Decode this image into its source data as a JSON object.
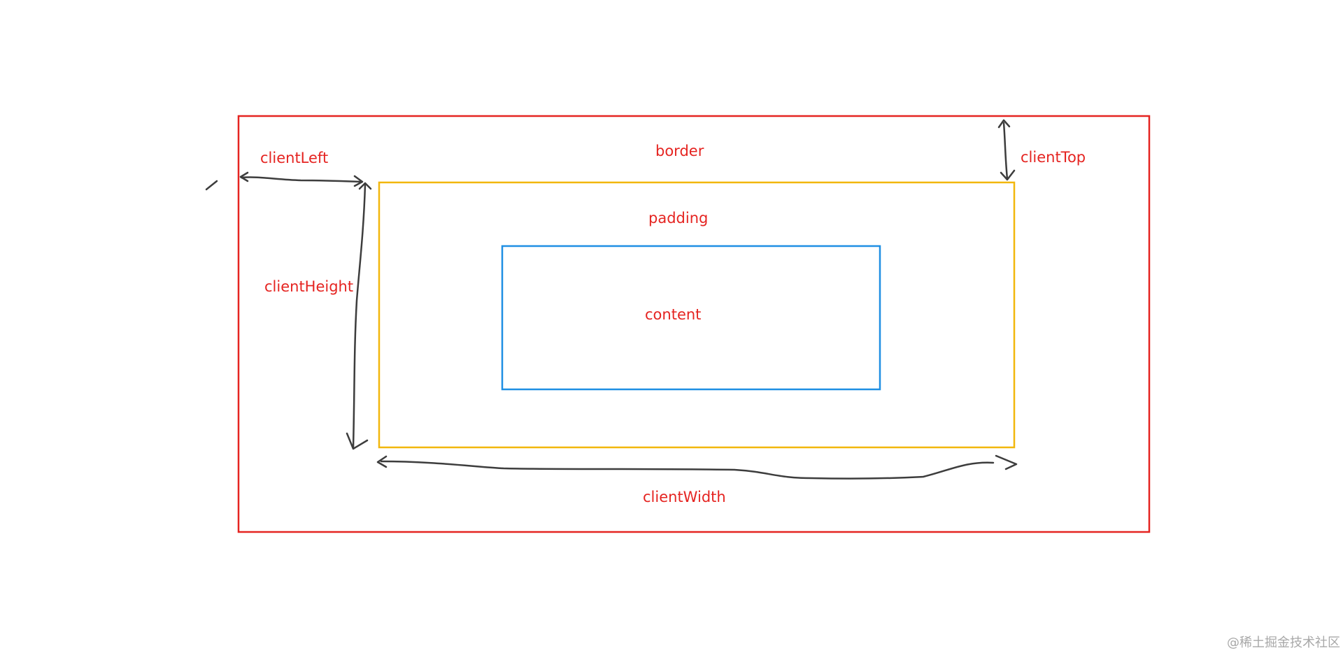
{
  "diagram": {
    "boxes": {
      "border": {
        "label": "border",
        "color": "#e52421"
      },
      "padding": {
        "label": "padding",
        "color": "#f2b70d"
      },
      "content": {
        "label": "content",
        "color": "#1f8fe3"
      }
    },
    "measurements": {
      "client_left": "clientLeft",
      "client_top": "clientTop",
      "client_height": "clientHeight",
      "client_width": "clientWidth"
    },
    "label_color": "#e52421",
    "arrow_color": "#3d3d3d"
  },
  "watermark": {
    "text": "@稀土掘金技术社区",
    "color": "#a8a8a8"
  }
}
